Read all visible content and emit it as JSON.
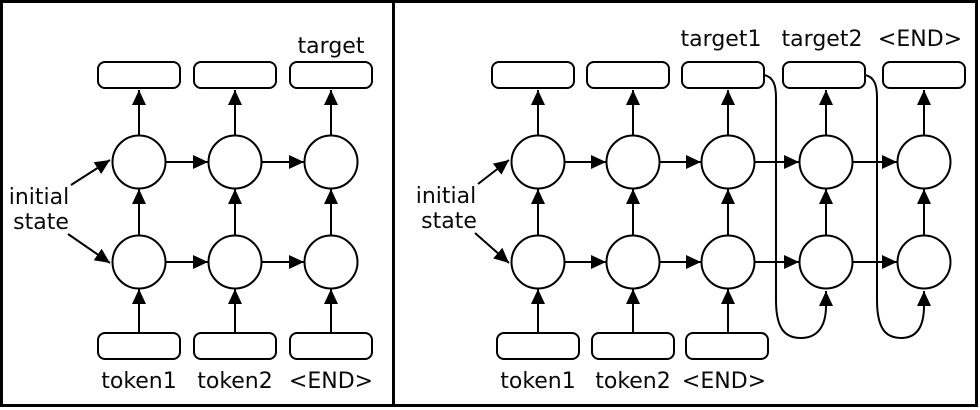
{
  "figure": {
    "type": "seq2seq-rnn-diagram",
    "colors": {
      "stroke": "#000000",
      "background": "#ffffff"
    },
    "left_panel": {
      "initial_state_line1": "initial",
      "initial_state_line2": "state",
      "target_label": "target",
      "input_labels": [
        "token1",
        "token2",
        "<END>"
      ]
    },
    "right_panel": {
      "initial_state_line1": "initial",
      "initial_state_line2": "state",
      "target_labels": [
        "target1",
        "target2",
        "<END>"
      ],
      "input_labels": [
        "token1",
        "token2",
        "<END>"
      ]
    }
  }
}
